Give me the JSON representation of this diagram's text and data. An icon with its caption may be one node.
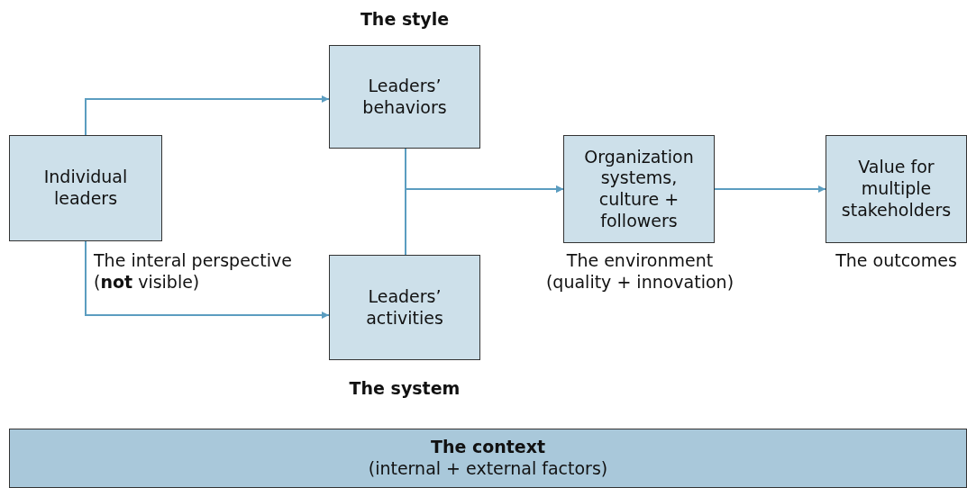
{
  "diagram": {
    "nodes": [
      {
        "text": [
          "Individual leaders"
        ],
        "beside": [
          "The interal perspective (**not** visible)"
        ]
      },
      {
        "text": [
          "The style",
          "Leaders’ behaviors"
        ]
      },
      {
        "text": [
          "Leaders’ activities",
          "The system"
        ]
      },
      {
        "text": [
          "Organization systems, culture + followers"
        ],
        "beside": [
          "The environment (quality + innovation)"
        ]
      },
      {
        "text": [
          "Value for multiple stakeholders"
        ],
        "beside": [
          "The outcomes"
        ]
      },
      {
        "text": [
          "The context",
          "(internal + external factors)"
        ]
      }
    ],
    "edges": [
      {
        "from": 0,
        "to": 1,
        "arrow": "to"
      },
      {
        "from": 0,
        "to": 2,
        "arrow": "to"
      },
      {
        "from": 1,
        "to": 3,
        "arrow": "to"
      },
      {
        "from": 2,
        "to": 3,
        "arrow": "to"
      },
      {
        "from": 3,
        "to": 4,
        "arrow": "to"
      }
    ]
  }
}
